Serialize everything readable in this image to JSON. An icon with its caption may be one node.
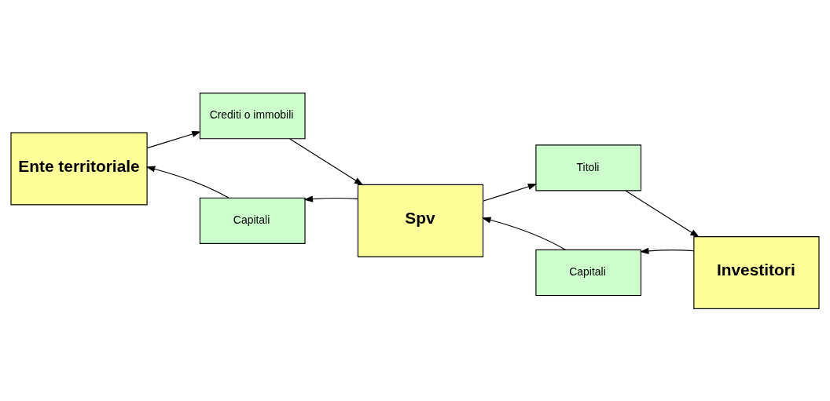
{
  "diagram": {
    "nodes": [
      {
        "text": [
          "Ente territoriale"
        ]
      },
      {
        "text": [
          "Crediti o immobili"
        ]
      },
      {
        "text": [
          "Spv"
        ]
      },
      {
        "text": [
          "Titoli"
        ]
      },
      {
        "text": [
          "Investitori"
        ]
      },
      {
        "text": [
          "Capitali"
        ]
      },
      {
        "text": [
          "Capitali"
        ]
      }
    ],
    "edges": [
      {
        "from": 0,
        "to": 1,
        "arrow": "to"
      },
      {
        "from": 1,
        "to": 2,
        "arrow": "to"
      },
      {
        "from": 2,
        "to": 3,
        "arrow": "to"
      },
      {
        "from": 3,
        "to": 4,
        "arrow": "to"
      },
      {
        "from": 4,
        "to": 6,
        "arrow": "to"
      },
      {
        "from": 6,
        "to": 2,
        "arrow": "to"
      },
      {
        "from": 2,
        "to": 5,
        "arrow": "to"
      },
      {
        "from": 5,
        "to": 0,
        "arrow": "to"
      }
    ]
  }
}
